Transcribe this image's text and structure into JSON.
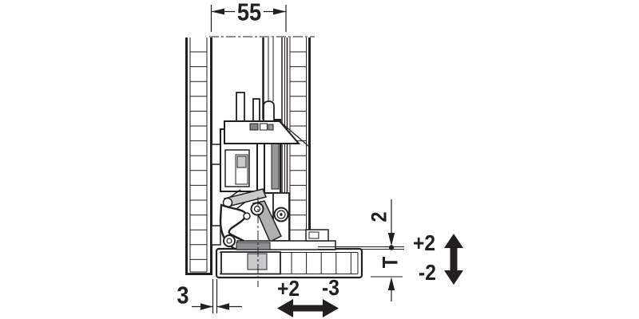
{
  "drawing": {
    "type": "furniture-fitting-cross-section",
    "labels": {
      "width_55": "55",
      "gap_3": "3",
      "clearance_2": "2",
      "thickness_T": "T",
      "side_plus": "+2",
      "side_minus": "-3",
      "height_plus": "+2",
      "height_minus": "-2"
    },
    "colors": {
      "line": "#231f20",
      "background": "#ffffff",
      "fill_gray_dark": "#808285",
      "fill_gray": "#96989a",
      "fill_gray_light": "#c9cacc"
    }
  }
}
